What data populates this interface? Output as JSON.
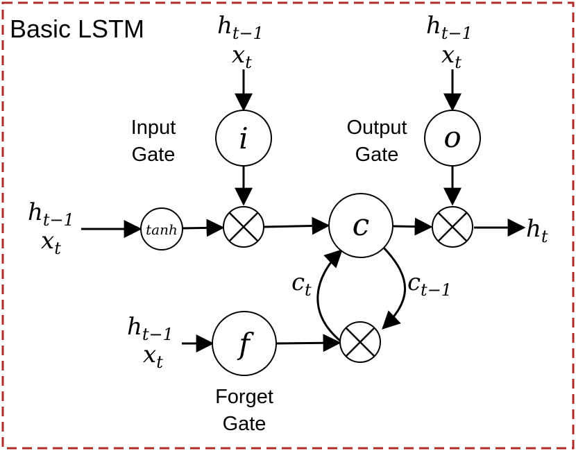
{
  "title": "Basic LSTM",
  "gate_labels": {
    "input": [
      "Input",
      "Gate"
    ],
    "output": [
      "Output",
      "Gate"
    ],
    "forget": [
      "Forget",
      "Gate"
    ]
  },
  "nodes": {
    "input_gate": "i",
    "output_gate": "o",
    "forget_gate": "f",
    "cell": "c",
    "tanh": "tanh",
    "multiply": "×"
  },
  "inputs": {
    "h_prev_base": "h",
    "h_prev_sub": "t−1",
    "x_base": "x",
    "x_sub": "t"
  },
  "outputs": {
    "h_out_base": "h",
    "h_out_sub": "t"
  },
  "cell_states": {
    "c_t_base": "c",
    "c_t_sub": "t",
    "c_prev_base": "c",
    "c_prev_sub": "t−1"
  },
  "colors": {
    "border": "#b22b2b",
    "stroke": "#000000",
    "background": "#ffffff"
  }
}
